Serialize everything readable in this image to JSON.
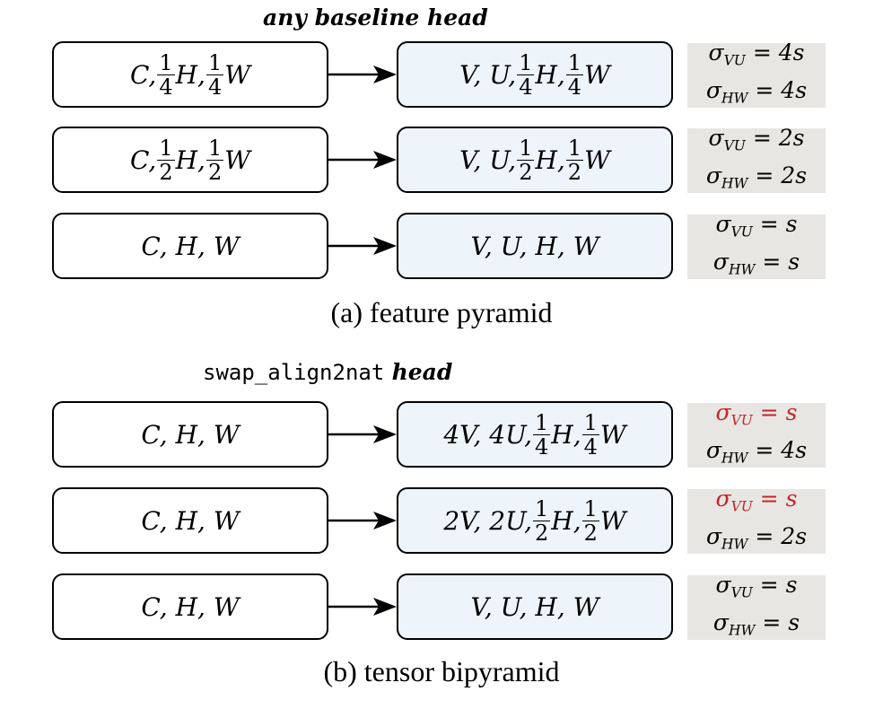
{
  "top_title": "any baseline head",
  "bottom_title": {
    "mono": "swap_align2nat",
    "word": "head"
  },
  "captions": {
    "a": "(a) feature pyramid",
    "b": "(b) tensor bipyramid"
  },
  "colors": {
    "output_box_fill": "#edf4fa",
    "sigma_box_fill": "#e8e6e3",
    "highlight": "#c0272d"
  },
  "pyramid": [
    {
      "in": "C, ¼H, ¼W",
      "out": "V, U, ¼H, ¼W",
      "sigma_vu": "σ_VU = 4s",
      "sigma_hw": "σ_HW = 4s"
    },
    {
      "in": "C, ½H, ½W",
      "out": "V, U, ½H, ½W",
      "sigma_vu": "σ_VU = 2s",
      "sigma_hw": "σ_HW = 2s"
    },
    {
      "in": "C, H, W",
      "out": "V, U, H, W",
      "sigma_vu": "σ_VU = s",
      "sigma_hw": "σ_HW = s"
    }
  ],
  "bipyramid": [
    {
      "in": "C, H, W",
      "out": "4V, 4U, ¼H, ¼W",
      "sigma_vu": "σ_VU = s",
      "sigma_hw": "σ_HW = 4s",
      "sigma_vu_highlight": true
    },
    {
      "in": "C, H, W",
      "out": "2V, 2U, ½H, ½W",
      "sigma_vu": "σ_VU = s",
      "sigma_hw": "σ_HW = 2s",
      "sigma_vu_highlight": true
    },
    {
      "in": "C, H, W",
      "out": "V, U, H, W",
      "sigma_vu": "σ_VU = s",
      "sigma_hw": "σ_HW = s",
      "sigma_vu_highlight": false
    }
  ]
}
